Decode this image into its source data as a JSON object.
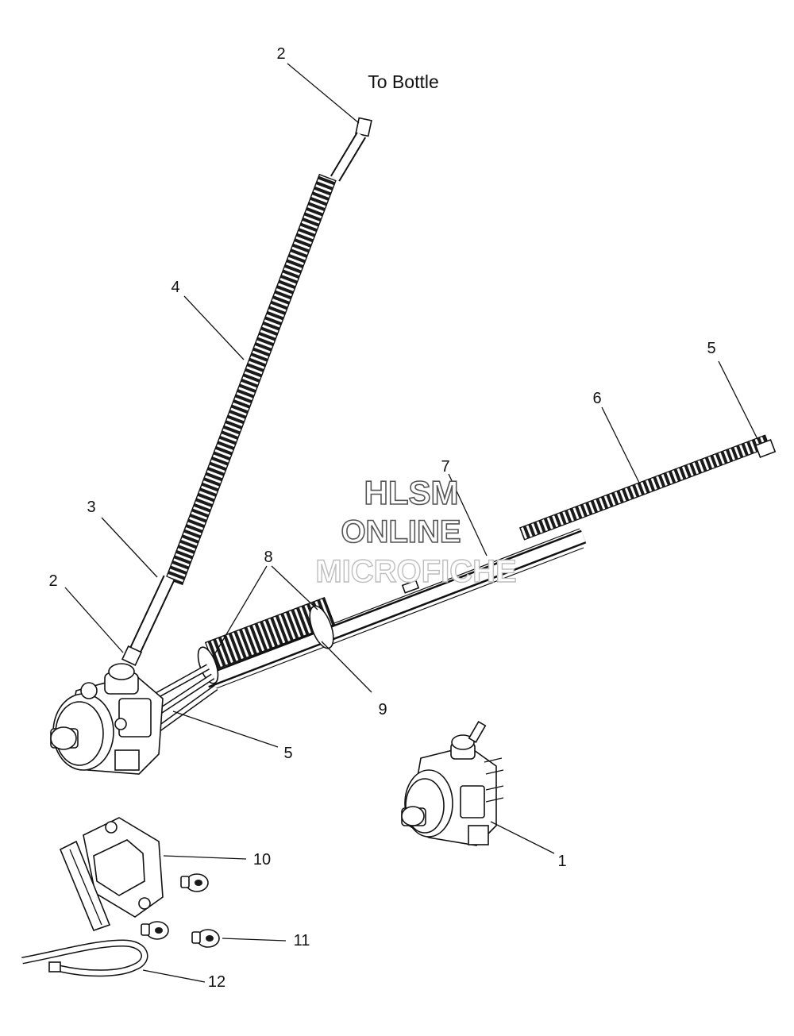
{
  "note": "To Bottle",
  "watermark": {
    "line1": "HLSM",
    "line2": "ONLINE",
    "line3": "MICROFICHE"
  },
  "callouts": {
    "c1": "1",
    "c2_top": "2",
    "c2_left": "2",
    "c3": "3",
    "c4": "4",
    "c5_right": "5",
    "c5_bottom": "5",
    "c6": "6",
    "c7": "7",
    "c8": "8",
    "c9": "9",
    "c10": "10",
    "c11": "11",
    "c12": "12"
  }
}
